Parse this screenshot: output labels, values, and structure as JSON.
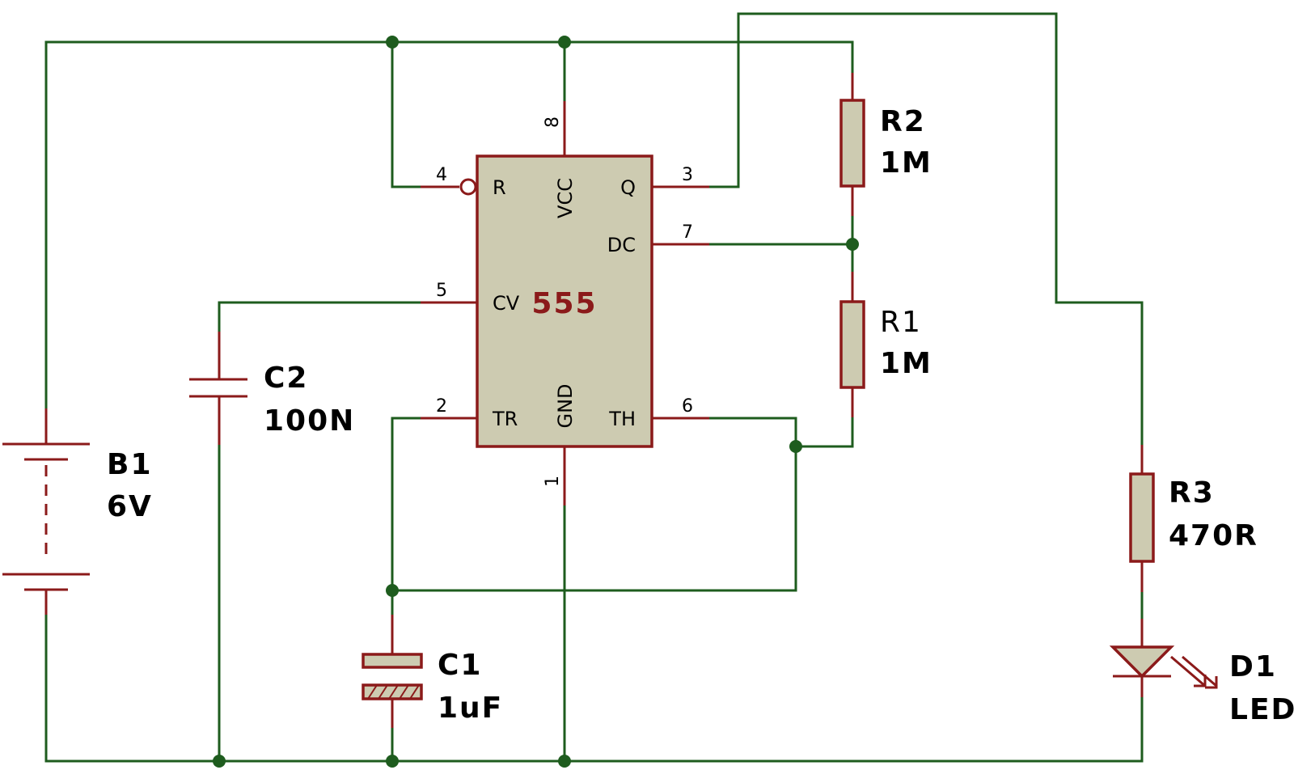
{
  "colors": {
    "wire": "#1e5c1e",
    "component": "#8b1a1a",
    "fill": "#cdcbb1"
  },
  "ic": {
    "name": "555",
    "pins": {
      "reset": {
        "num": "4",
        "label": "R"
      },
      "vcc": {
        "num": "8",
        "label": "VCC"
      },
      "q": {
        "num": "3",
        "label": "Q"
      },
      "dc": {
        "num": "7",
        "label": "DC"
      },
      "cv": {
        "num": "5",
        "label": "CV"
      },
      "tr": {
        "num": "2",
        "label": "TR"
      },
      "gnd": {
        "num": "1",
        "label": "GND"
      },
      "th": {
        "num": "6",
        "label": "TH"
      }
    }
  },
  "components": {
    "r2": {
      "ref": "R2",
      "value": "1M"
    },
    "r1": {
      "ref": "R1",
      "value": "1M"
    },
    "c2": {
      "ref": "C2",
      "value": "100N"
    },
    "b1": {
      "ref": "B1",
      "value": "6V"
    },
    "c1": {
      "ref": "C1",
      "value": "1uF"
    },
    "r3": {
      "ref": "R3",
      "value": "470R"
    },
    "d1": {
      "ref": "D1",
      "value": "LED"
    }
  }
}
